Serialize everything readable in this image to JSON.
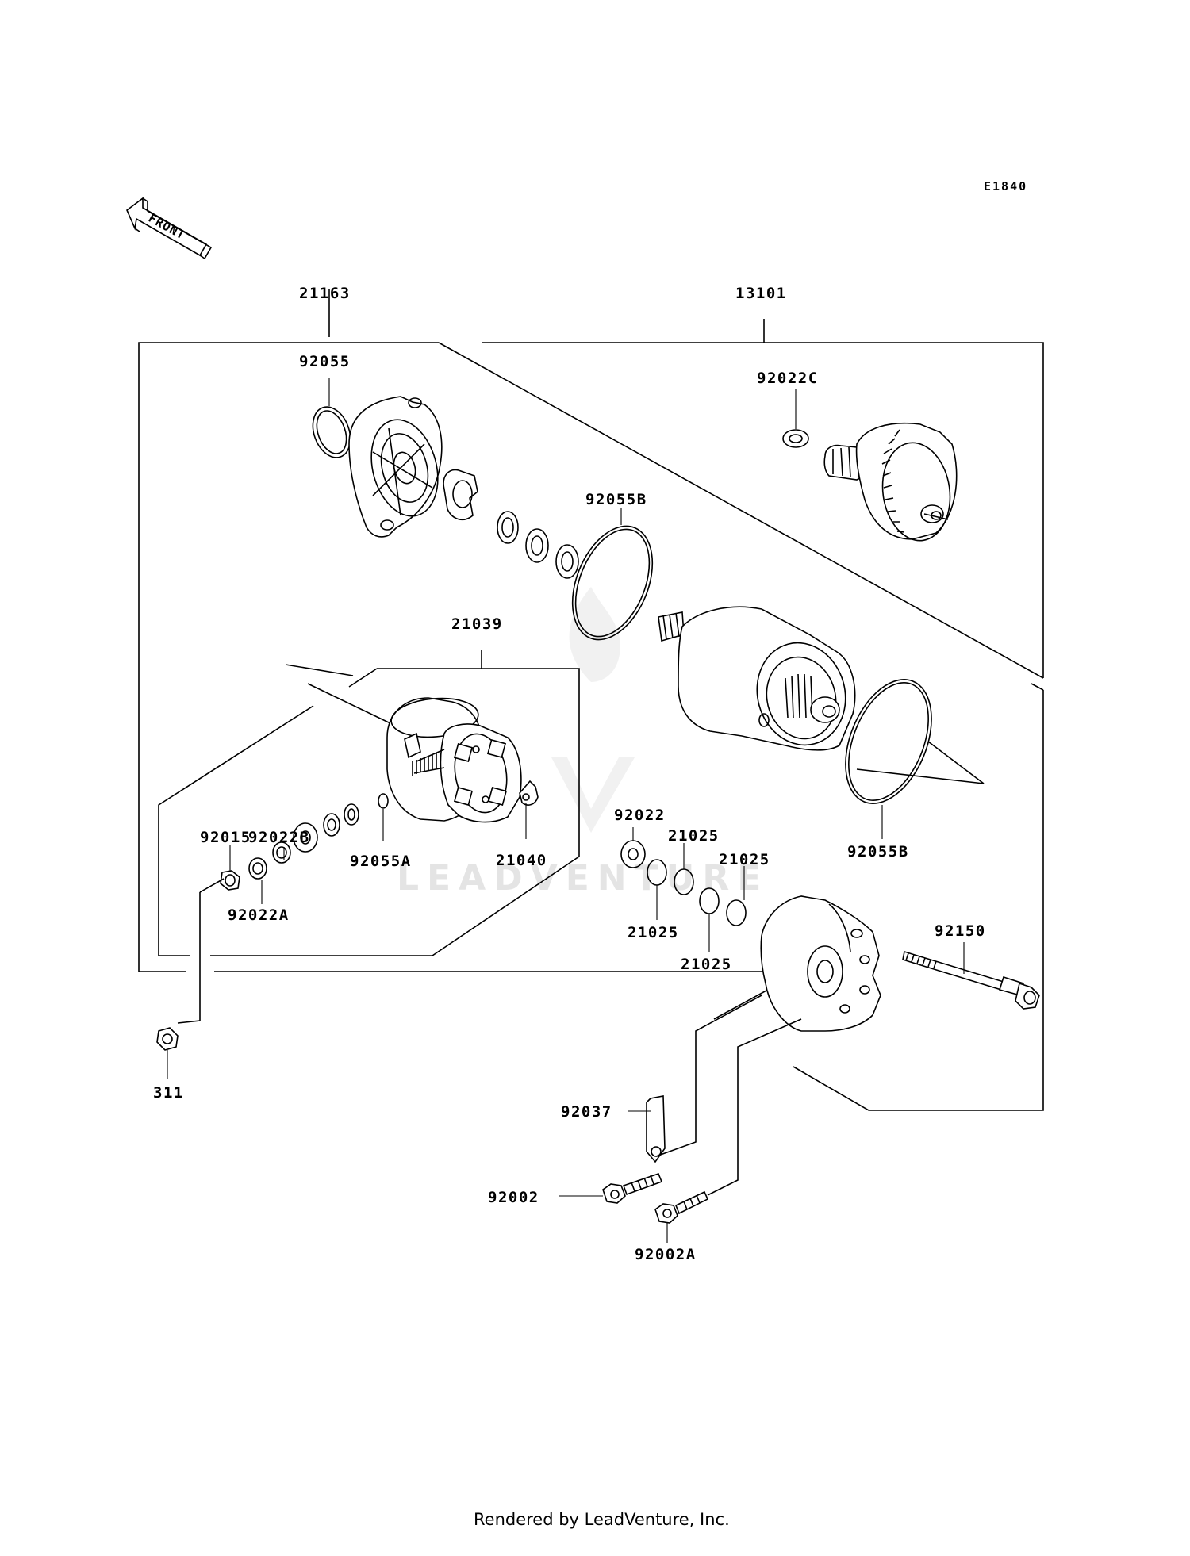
{
  "diagram_code": "E1840",
  "front_label": "FRONT",
  "watermark": "LEADVENTURE",
  "credit": "Rendered by LeadVenture, Inc.",
  "labels": {
    "p21163": "21163",
    "p13101": "13101",
    "p92055": "92055",
    "p92022C": "92022C",
    "p92055B_top": "92055B",
    "p21039": "21039",
    "p92022B": "92022B",
    "p92015": "92015",
    "p92055A": "92055A",
    "p21040": "21040",
    "p92022A": "92022A",
    "p92022": "92022",
    "p21025_a": "21025",
    "p21025_b": "21025",
    "p21025_c": "21025",
    "p21025_d": "21025",
    "p92055B_bottom": "92055B",
    "p92150": "92150",
    "p311": "311",
    "p92037": "92037",
    "p92002": "92002",
    "p92002A": "92002A"
  }
}
